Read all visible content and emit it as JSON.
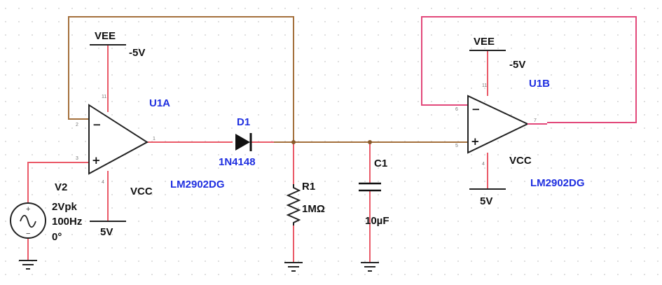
{
  "colors": {
    "wire_brown": "#a4703c",
    "wire_red": "#ea5a68",
    "wire_pink": "#e2487a",
    "label_blue": "#1f2fe0",
    "label_black": "#111111",
    "grid_dot": "#c9c9c9"
  },
  "u1a": {
    "ref": "U1A",
    "part": "LM2902DG",
    "vee": "VEE",
    "vee_value": "-5V",
    "vcc": "VCC",
    "vcc_value": "5V",
    "minus": "−",
    "plus": "+"
  },
  "d1": {
    "ref": "D1",
    "part": "1N4148"
  },
  "r1": {
    "ref": "R1",
    "value": "1MΩ"
  },
  "c1": {
    "ref": "C1",
    "value": "10µF"
  },
  "v2": {
    "ref": "V2",
    "amplitude": "2Vpk",
    "frequency": "100Hz",
    "phase": "0°",
    "plus": "+",
    "minus": "−"
  },
  "u1b": {
    "ref": "U1B",
    "part": "LM2902DG",
    "vee": "VEE",
    "vee_value": "-5V",
    "vcc": "VCC",
    "vcc_value": "5V",
    "minus": "−",
    "plus": "+"
  }
}
